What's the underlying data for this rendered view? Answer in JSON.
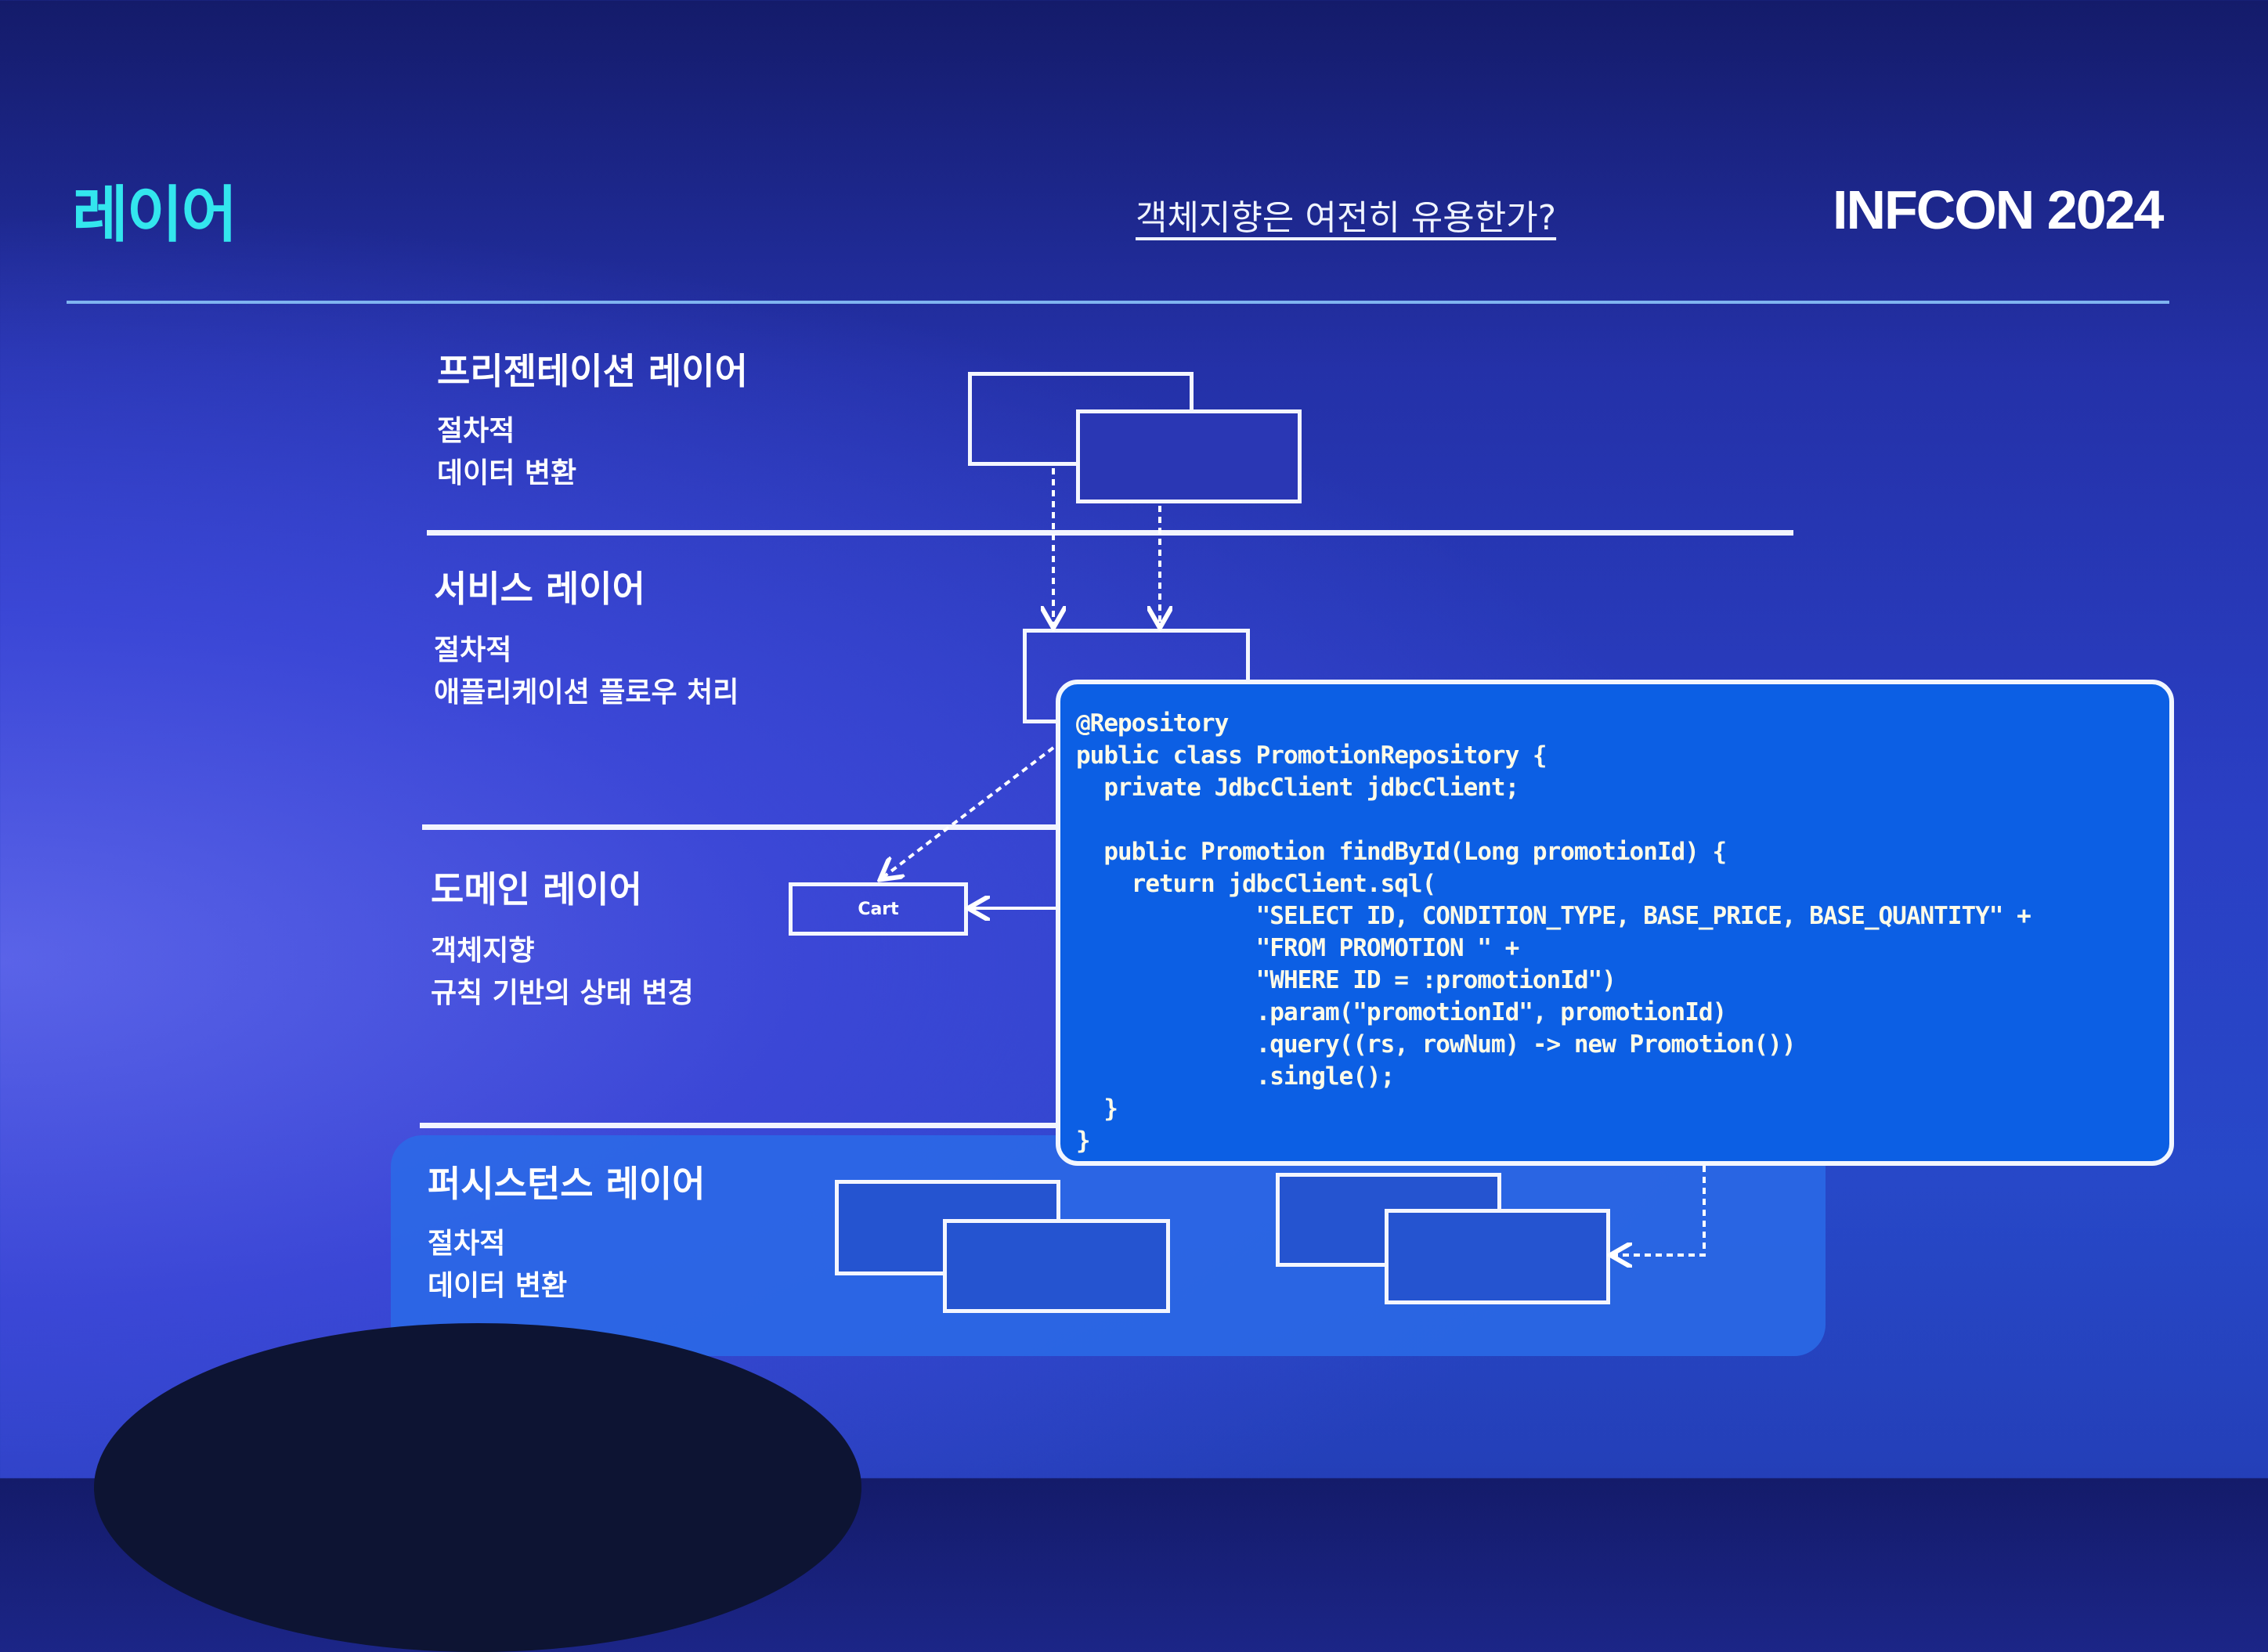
{
  "header": {
    "title": "레이어",
    "subtitle": "객체지향은 여전히 유용한가?",
    "brand": "INFCON 2024"
  },
  "layers": [
    {
      "name": "프리젠테이션 레이어",
      "desc": [
        "절차적",
        "데이터 변환"
      ]
    },
    {
      "name": "서비스 레이어",
      "desc": [
        "절차적",
        "애플리케이션 플로우 처리"
      ]
    },
    {
      "name": "도메인 레이어",
      "desc": [
        "객체지향",
        "규칙 기반의 상태 변경"
      ]
    },
    {
      "name": "퍼시스턴스 레이어",
      "desc": [
        "절차적",
        "데이터 변환"
      ]
    }
  ],
  "diagram": {
    "cart_label": "Cart"
  },
  "code": {
    "lines": [
      "@Repository",
      "public class PromotionRepository {",
      "  private JdbcClient jdbcClient;",
      "",
      "  public Promotion findById(Long promotionId) {",
      "    return jdbcClient.sql(",
      "             \"SELECT ID, CONDITION_TYPE, BASE_PRICE, BASE_QUANTITY\" +",
      "             \"FROM PROMOTION \" +",
      "             \"WHERE ID = :promotionId\")",
      "             .param(\"promotionId\", promotionId)",
      "             .query((rs, rowNum) -> new Promotion())",
      "             .single();",
      "  }",
      "}"
    ]
  }
}
